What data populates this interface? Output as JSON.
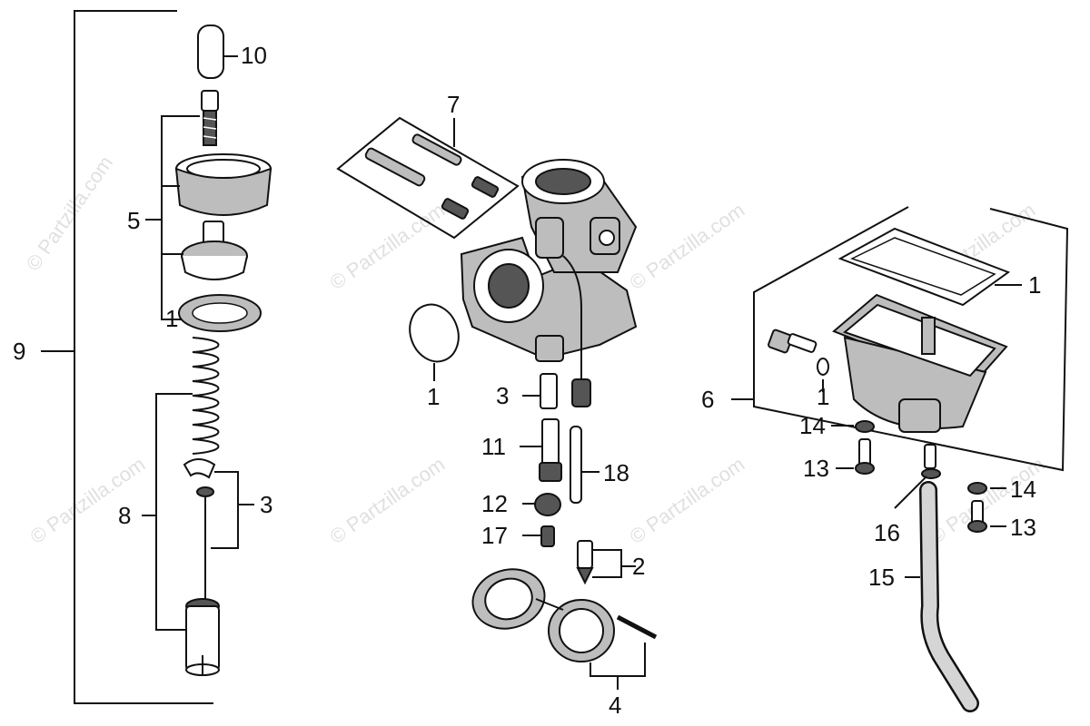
{
  "watermark": "© Partzilla.com",
  "callouts": {
    "c9": "9",
    "c10": "10",
    "c5": "5",
    "c1a": "1",
    "c8": "8",
    "c3a": "3",
    "c7": "7",
    "c1b": "1",
    "c3b": "3",
    "c11": "11",
    "c18": "18",
    "c12": "12",
    "c17": "17",
    "c2": "2",
    "c4": "4",
    "c1c": "1",
    "c1d": "1",
    "c6": "6",
    "c14a": "14",
    "c13a": "13",
    "c16": "16",
    "c14b": "14",
    "c13b": "13",
    "c15": "15"
  }
}
